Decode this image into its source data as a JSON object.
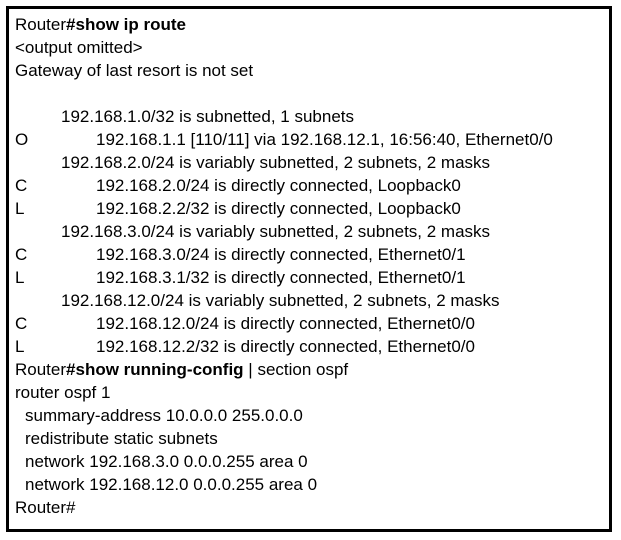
{
  "colors": {
    "background": "#ffffff",
    "border": "#000000",
    "text": "#000000"
  },
  "terminal": {
    "lines": [
      {
        "pre": "Router",
        "bold": "#show ip route",
        "post": ""
      },
      {
        "text": "<output omitted>"
      },
      {
        "text": "Gateway of last resort is not set"
      },
      {
        "text": ""
      },
      {
        "text": "192.168.1.0/32 is subnetted, 1 subnets"
      },
      {
        "code": "O",
        "text": "192.168.1.1 [110/11] via 192.168.12.1, 16:56:40, Ethernet0/0"
      },
      {
        "text": "192.168.2.0/24 is variably subnetted, 2 subnets, 2 masks"
      },
      {
        "code": "C",
        "text": "192.168.2.0/24 is directly connected, Loopback0"
      },
      {
        "code": "L",
        "text": "192.168.2.2/32 is directly connected, Loopback0"
      },
      {
        "text": "192.168.3.0/24 is variably subnetted, 2 subnets, 2 masks"
      },
      {
        "code": "C",
        "text": "192.168.3.0/24 is directly connected, Ethernet0/1"
      },
      {
        "code": "L",
        "text": "192.168.3.1/32 is directly connected, Ethernet0/1"
      },
      {
        "text": "192.168.12.0/24 is variably subnetted, 2 subnets, 2 masks"
      },
      {
        "code": "C",
        "text": "192.168.12.0/24 is directly connected, Ethernet0/0"
      },
      {
        "code": "L",
        "text": "192.168.12.2/32 is directly connected, Ethernet0/0"
      },
      {
        "pre": "Router",
        "bold": "#show running-config",
        "post": " | section ospf"
      },
      {
        "text": "router ospf 1"
      },
      {
        "text": "summary-address 10.0.0.0 255.0.0.0"
      },
      {
        "text": "redistribute static subnets"
      },
      {
        "text": "network 192.168.3.0 0.0.0.255 area 0"
      },
      {
        "text": "network 192.168.12.0 0.0.0.255 area 0"
      },
      {
        "text": "Router#"
      }
    ]
  }
}
